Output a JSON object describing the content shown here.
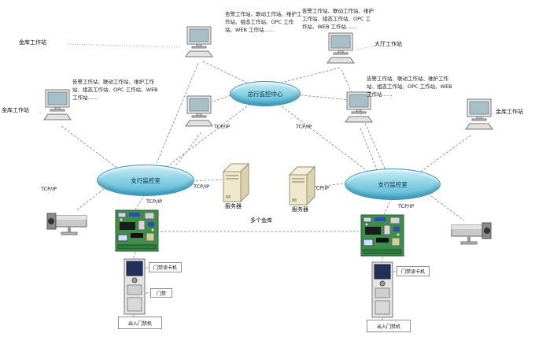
{
  "clouds": {
    "center": {
      "label": "总行监控中心"
    },
    "left": {
      "label": "支行监控室"
    },
    "right": {
      "label": "支行监控室"
    }
  },
  "workstations": {
    "top_left": "金库工作站",
    "top_right": "大厅工作站",
    "mid_left": "金库工作站",
    "mid_right": "金库工作站"
  },
  "annotations": {
    "top_left": "告警工作站、联动工作站、维护工作站、组态工作站、OPC 工作站、WEB 工作站……",
    "top_right": "告警工作站、联动工作站、维护工作站、组态工作站、OPC 工作站、WEB 工作站……",
    "mid_left": "告警工作站、联动工作站、维护工作站、组态工作站、OPC 工作站、WEB 工作站……",
    "mid_right": "告警工作站、联动工作站、维护工作站、组态工作站、OPC 工作站、WEB 工作站……"
  },
  "servers": {
    "left": "服务器",
    "right": "服务器"
  },
  "links": {
    "tcpip": "TCP/IP",
    "vault_note": "多个金库"
  },
  "devices": {
    "left": {
      "side_top": "门禁读卡机",
      "side_bottom": "门禁",
      "bottom": "出入门禁机"
    },
    "right": {
      "side_top": "门禁读卡机",
      "bottom": "出入门禁机"
    }
  }
}
